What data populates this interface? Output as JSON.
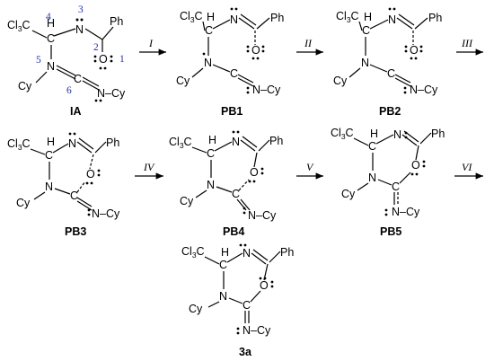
{
  "labels": {
    "cl3c": "Cl",
    "cl_sub": "3",
    "c": "C",
    "h": "H",
    "n": "N",
    "o": "O",
    "ph": "Ph",
    "cy": "Cy",
    "cy_n": "N–Cy"
  },
  "atom_numbers": [
    "1",
    "2",
    "3",
    "4",
    "5",
    "6"
  ],
  "steps": [
    "I",
    "II",
    "III",
    "IV",
    "V",
    "VI"
  ],
  "captions": [
    "IA",
    "PB1",
    "PB2",
    "PB3",
    "PB4",
    "PB5",
    "3a"
  ]
}
